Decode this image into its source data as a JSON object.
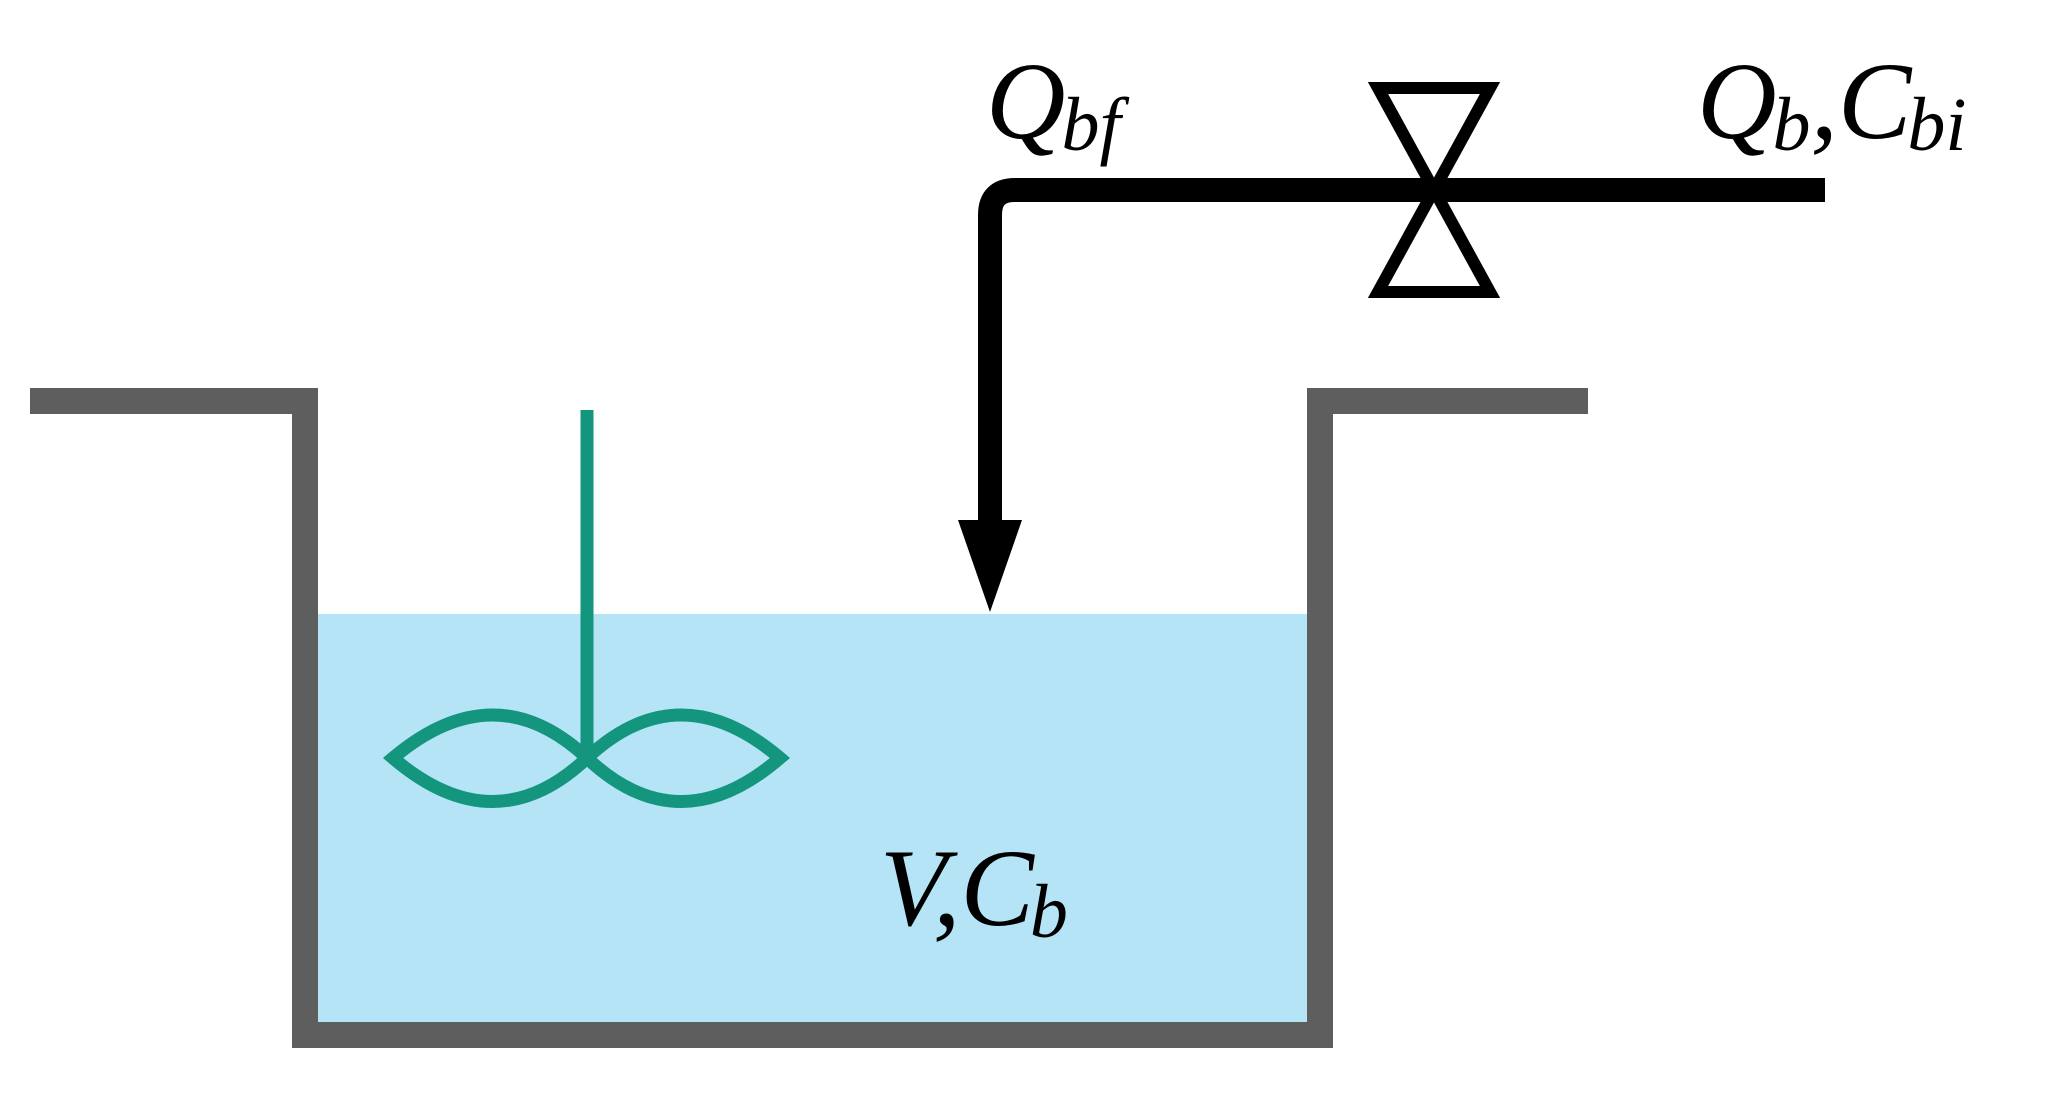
{
  "colors": {
    "background": "#ffffff",
    "tank_wall": "#5e5e5e",
    "liquid": "#b4e4f6",
    "agitator": "#14957d",
    "pipe": "#000000",
    "valve": "#000000",
    "label": "#000000"
  },
  "icons": {
    "agitator": "two-blade-impeller-icon",
    "valve": "gate-valve-icon",
    "flow_arrow": "arrow-down-icon"
  },
  "labels": {
    "feed_flow": {
      "main": "Q",
      "sub": "bf"
    },
    "inlet": {
      "q_main": "Q",
      "q_sub": "b",
      "separator": ",",
      "c_main": "C",
      "c_sub": "bi"
    },
    "tank": {
      "v_main": "V",
      "separator": ",",
      "c_main": "C",
      "c_sub": "b"
    }
  }
}
